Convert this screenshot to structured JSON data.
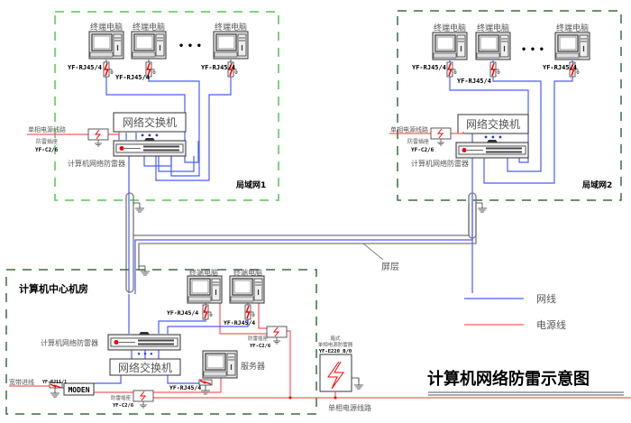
{
  "title": "计算机网络防雷示意图",
  "legend": {
    "network_line": "网线",
    "power_line": "电源线",
    "network_color": "#4a5cff",
    "power_color": "#ff3333"
  },
  "labels": {
    "terminal": "终端电脑",
    "server": "服务器",
    "switch": "网络交换机",
    "net_protector": "计算机网络防雷器",
    "rj45_model": "YF-RJ45/4",
    "power_line_single": "单相电源线路",
    "surge_socket": "防雷插座",
    "socket_model": "YF-C2/6",
    "lan1": "局域网1",
    "lan2": "局域网2",
    "shield": "屏层",
    "center_room": "计算机中心机房",
    "broadband_in": "宽带进线",
    "modem": "MODEN",
    "modem_protector_model": "YF-RJ11/1",
    "box_protector_line1": "箱式",
    "box_protector_line2": "单相电源防雷器",
    "box_protector_model": "YF-E220 B/0",
    "ellipsis": "• • •"
  },
  "colors": {
    "lan1_border": "#7fd37f",
    "lan2_border": "#3d6b3d",
    "center_border": "#3d6b3d",
    "shield": "#777777"
  }
}
